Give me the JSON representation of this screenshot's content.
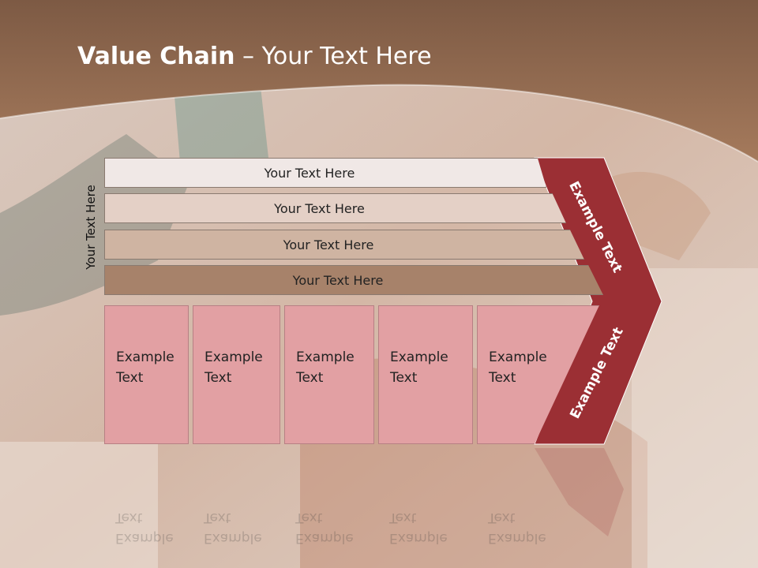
{
  "title": {
    "bold": "Value Chain",
    "rest": " – Your Text Here"
  },
  "vertical_label": "Your Text Here",
  "bars": [
    {
      "label": "Your Text Here",
      "color": "#f0e8e6"
    },
    {
      "label": "Your Text Here",
      "color": "#e4d0c6"
    },
    {
      "label": "Your Text Here",
      "color": "#cfb4a2"
    },
    {
      "label": "Your Text Here",
      "color": "#a7826a"
    }
  ],
  "boxes": [
    {
      "line1": "Example",
      "line2": "Text"
    },
    {
      "line1": "Example",
      "line2": "Text"
    },
    {
      "line1": "Example",
      "line2": "Text"
    },
    {
      "line1": "Example",
      "line2": "Text"
    },
    {
      "line1": "Example",
      "line2": "Text"
    }
  ],
  "chevron_upper": "Example Text",
  "chevron_lower": "Example Text",
  "colors": {
    "header": "#8d6247",
    "chevron": "#9b2f34",
    "box": "#e2a0a3"
  }
}
